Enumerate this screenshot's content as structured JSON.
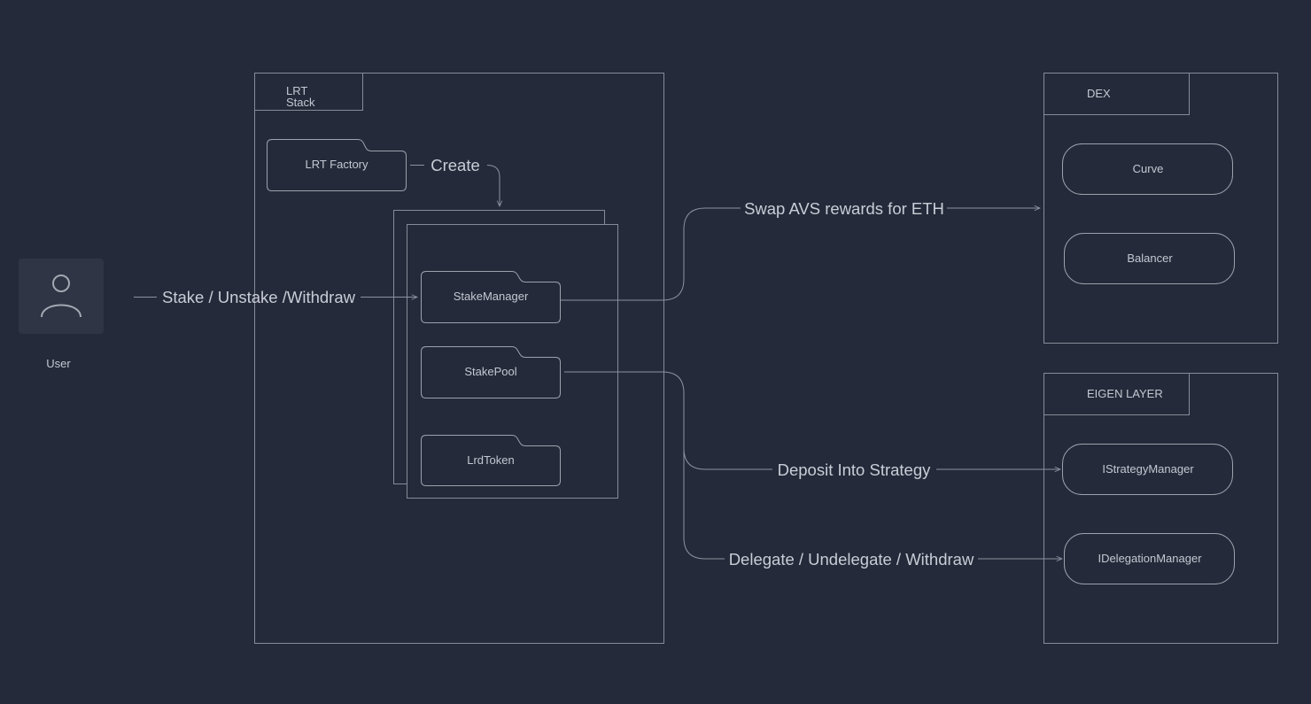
{
  "user": {
    "label": "User",
    "icon": "user-icon"
  },
  "lrt_stack": {
    "title_line1": "LRT",
    "title_line2": "Stack"
  },
  "lrt_factory": {
    "label": "LRT Factory"
  },
  "contracts": {
    "stake_manager": "StakeManager",
    "stake_pool": "StakePool",
    "lrd_token": "LrdToken"
  },
  "dex": {
    "title": "DEX",
    "items": [
      "Curve",
      "Balancer"
    ]
  },
  "eigen_layer": {
    "title": "EIGEN LAYER",
    "items": [
      "IStrategyManager",
      "IDelegationManager"
    ]
  },
  "edges": {
    "create": "Create",
    "stake": "Stake / Unstake /Withdraw",
    "swap": "Swap AVS rewards for ETH",
    "deposit": "Deposit Into Strategy",
    "delegate": "Delegate / Undelegate / Withdraw"
  },
  "colors": {
    "background": "#252a3a",
    "stroke": "#868b99",
    "text": "#c9cdd7",
    "user_box": "#2f3544"
  }
}
